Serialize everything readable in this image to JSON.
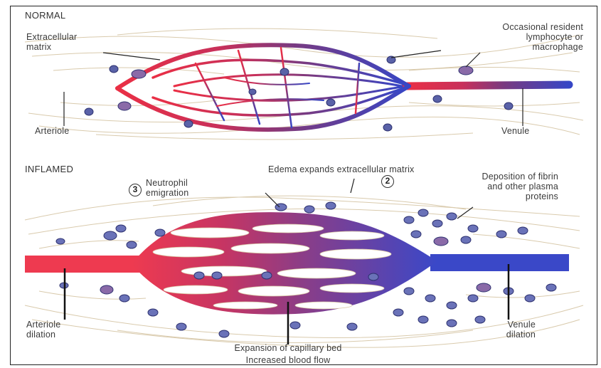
{
  "panels": {
    "normal": {
      "title": "NORMAL",
      "extracellular_matrix": "Extracellular\nmatrix",
      "resident_cell": "Occasional resident\nlymphocyte or\nmacrophage",
      "arteriole": "Arteriole",
      "venule": "Venule"
    },
    "inflamed": {
      "title": "INFLAMED",
      "edema": "Edema expands extracellular matrix",
      "step3_number": "3",
      "neutrophil": "Neutrophil\nemigration",
      "step2_number": "2",
      "fibrin": "Deposition of fibrin\nand other plasma\nproteins",
      "arteriole": "Arteriole\ndilation",
      "capillary": "Expansion of capillary bed",
      "venule": "Venule\ndilation",
      "blood_flow": "Increased blood flow"
    }
  },
  "colors": {
    "arterial": "#e8334a",
    "venous": "#3b4fc8",
    "capillary_mid": "#8a3a78",
    "tissue_fiber": "#c9b48a",
    "cell": "#4a55a0"
  }
}
